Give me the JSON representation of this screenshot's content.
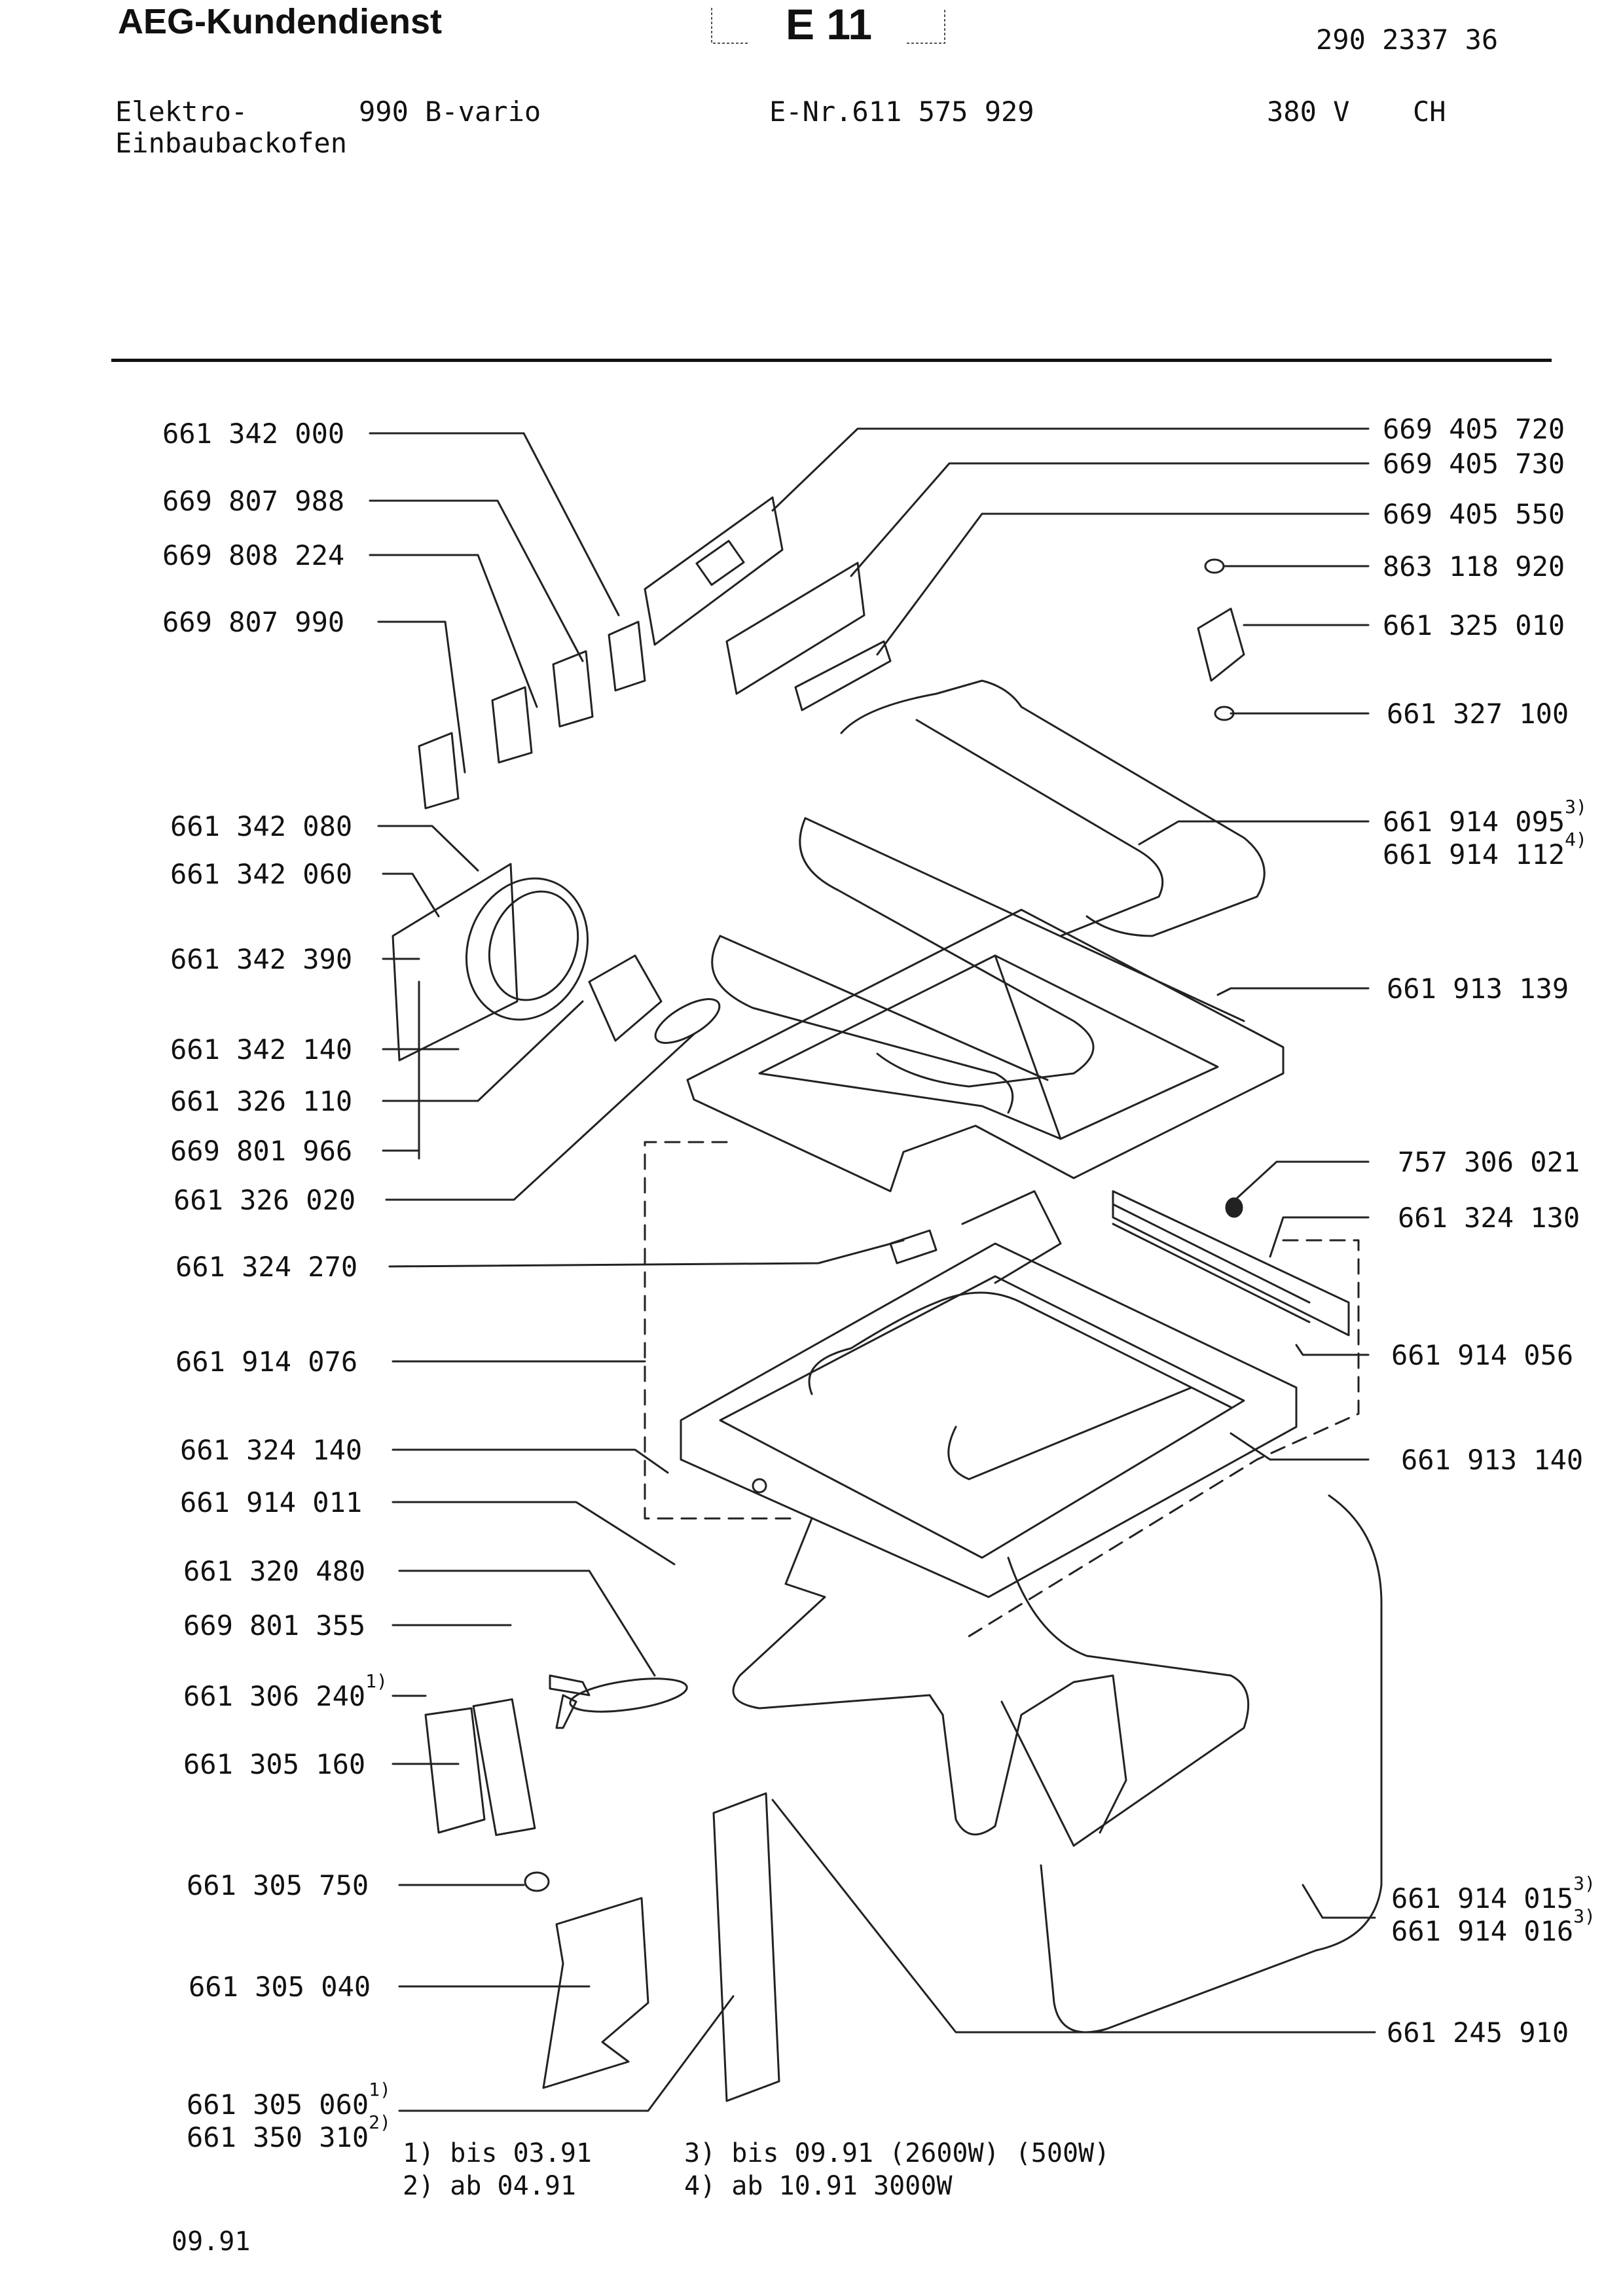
{
  "header": {
    "brand": "AEG-Kundendienst",
    "sheet": "E 11",
    "doc_number": "290 2337 36",
    "product_line1": "Elektro-",
    "product_line2": "Einbaubackofen",
    "model": "990 B-vario",
    "e_nr": "E-Nr.611 575 929",
    "voltage": "380 V",
    "country": "CH"
  },
  "parts_left": [
    {
      "num": "661 342 000",
      "sup": ""
    },
    {
      "num": "669 807 988",
      "sup": ""
    },
    {
      "num": "669 808 224",
      "sup": ""
    },
    {
      "num": "669 807 990",
      "sup": ""
    },
    {
      "num": "661 342 080",
      "sup": ""
    },
    {
      "num": "661 342 060",
      "sup": ""
    },
    {
      "num": "661 342 390",
      "sup": ""
    },
    {
      "num": "661 342 140",
      "sup": ""
    },
    {
      "num": "661 326 110",
      "sup": ""
    },
    {
      "num": "669 801 966",
      "sup": ""
    },
    {
      "num": "661 326 020",
      "sup": ""
    },
    {
      "num": "661 324 270",
      "sup": ""
    },
    {
      "num": "661 914 076",
      "sup": ""
    },
    {
      "num": "661 324 140",
      "sup": ""
    },
    {
      "num": "661 914 011",
      "sup": ""
    },
    {
      "num": "661 320 480",
      "sup": ""
    },
    {
      "num": "669 801 355",
      "sup": ""
    },
    {
      "num": "661 306 240",
      "sup": "1)"
    },
    {
      "num": "661 305 160",
      "sup": ""
    },
    {
      "num": "661 305 750",
      "sup": ""
    },
    {
      "num": "661 305 040",
      "sup": ""
    },
    {
      "num": "661 305 060",
      "sup": "1)"
    },
    {
      "num": "661 350 310",
      "sup": "2)"
    }
  ],
  "parts_right": [
    {
      "num": "669 405 720",
      "sup": ""
    },
    {
      "num": "669 405 730",
      "sup": ""
    },
    {
      "num": "669 405 550",
      "sup": ""
    },
    {
      "num": "863 118 920",
      "sup": ""
    },
    {
      "num": "661 325 010",
      "sup": ""
    },
    {
      "num": "661 327 100",
      "sup": ""
    },
    {
      "num": "661 914 095",
      "sup": "3)"
    },
    {
      "num": "661 914 112",
      "sup": "4)"
    },
    {
      "num": "661 913 139",
      "sup": ""
    },
    {
      "num": "757 306 021",
      "sup": ""
    },
    {
      "num": "661 324 130",
      "sup": ""
    },
    {
      "num": "661 914 056",
      "sup": ""
    },
    {
      "num": "661 913 140",
      "sup": ""
    },
    {
      "num": "661 914 015",
      "sup": "3)"
    },
    {
      "num": "661 914 016",
      "sup": "3)"
    },
    {
      "num": "661 245 910",
      "sup": ""
    }
  ],
  "footnotes": {
    "n1": "1) bis 03.91",
    "n2": "2) ab 04.91",
    "n3": "3) bis 09.91 (2600W) (500W)",
    "n4": "4) ab  10.91  3000W"
  },
  "footer_date": "09.91"
}
